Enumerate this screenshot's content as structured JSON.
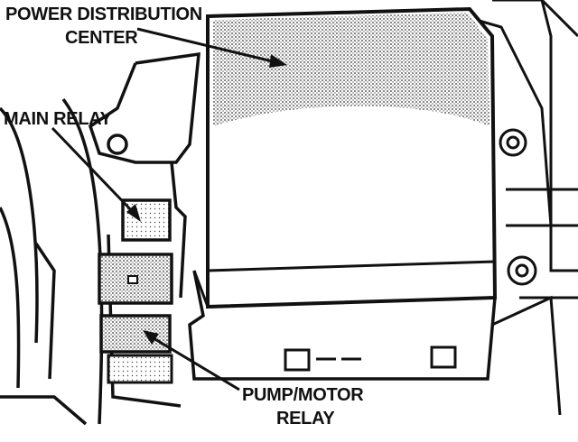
{
  "labels": {
    "power_distribution_center_line1": "POWER DISTRIBUTION",
    "power_distribution_center_line2": "CENTER",
    "main_relay": "MAIN RELAY",
    "pump_motor_relay_line1": "PUMP/MOTOR",
    "pump_motor_relay_line2": "RELAY"
  },
  "colors": {
    "ink": "#111111",
    "paper": "#ffffff",
    "stipple": "#8a8a8a"
  }
}
